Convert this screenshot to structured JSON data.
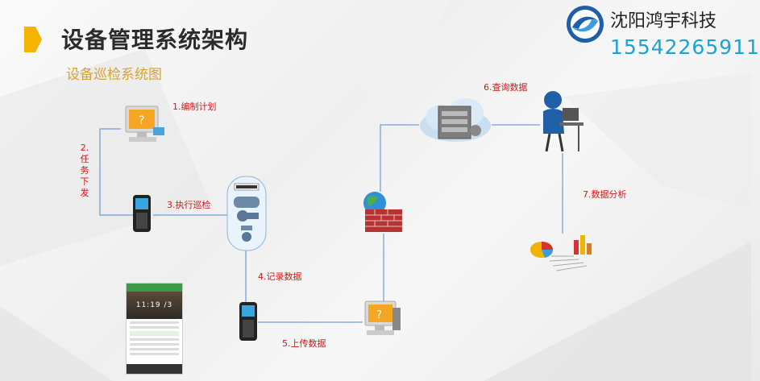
{
  "header": {
    "title": "设备管理系统架构",
    "subtitle": "设备巡检系统图"
  },
  "company": {
    "name": "沈阳鸿宇科技",
    "phone": "15542265911"
  },
  "steps": {
    "s1": "1.编制计划",
    "s2": "2.任务下发",
    "s3": "3.执行巡检",
    "s4": "4.记录数据",
    "s5": "5.上传数据",
    "s6": "6.查询数据",
    "s7": "7.数据分析"
  },
  "phone_screen": {
    "time": "11:19 /3"
  },
  "colors": {
    "accent": "#f5b400",
    "label": "#d11919",
    "line": "#4a8cd0",
    "phone_text": "#1aa3d8"
  }
}
